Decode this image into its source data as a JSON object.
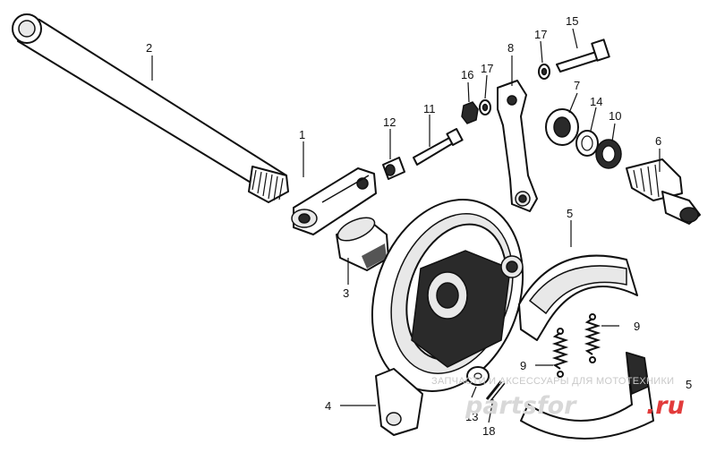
{
  "diagram": {
    "callouts": {
      "c1": "1",
      "c2": "2",
      "c3": "3",
      "c4": "4",
      "c5a": "5",
      "c5b": "5",
      "c6": "6",
      "c7": "7",
      "c8": "8",
      "c9a": "9",
      "c9b": "9",
      "c10": "10",
      "c11": "11",
      "c12": "12",
      "c13": "13",
      "c14": "14",
      "c15": "15",
      "c16": "16",
      "c17a": "17",
      "c17b": "17",
      "c18": "18"
    },
    "watermark": {
      "caption": "ЗАПЧАСТИ И АКСЕССУАРЫ ДЛЯ МОТОТЕХНИКИ",
      "logo": "partsfor",
      "domain": ".ru",
      "logo_color": "#d8d8d8",
      "domain_color": "#e23b3b"
    }
  }
}
